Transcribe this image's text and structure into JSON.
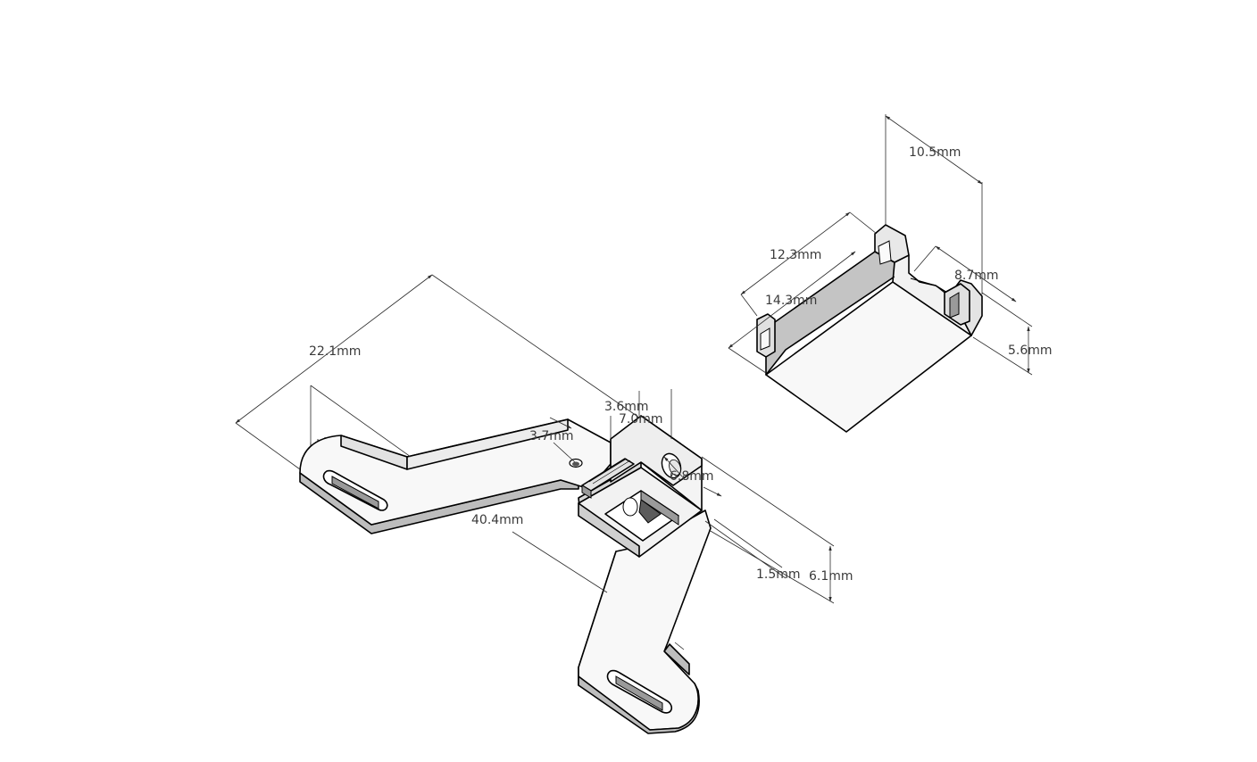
{
  "colors": {
    "background": "#ffffff",
    "face_light": "#f8f8f8",
    "face_top": "#f1f1f1",
    "face_shade": "#c8c8c8",
    "face_dark": "#9a9a9a",
    "edge": "#000000",
    "dimension": "#2a2a2a",
    "label": "#3a3a3a"
  },
  "bracket": {
    "dims": {
      "d22_1": "22.1mm",
      "d40_4": "40.4mm",
      "d3_6": "3.6mm",
      "d7_0": "7.0mm",
      "d3_7": "3.7mm",
      "d6_8": "6.8mm",
      "d1_5": "1.5mm",
      "d6_1": "6.1mm"
    }
  },
  "block": {
    "dims": {
      "d10_5": "10.5mm",
      "d12_3": "12.3mm",
      "d14_3": "14.3mm",
      "d8_7": "8.7mm",
      "d5_6": "5.6mm"
    }
  }
}
